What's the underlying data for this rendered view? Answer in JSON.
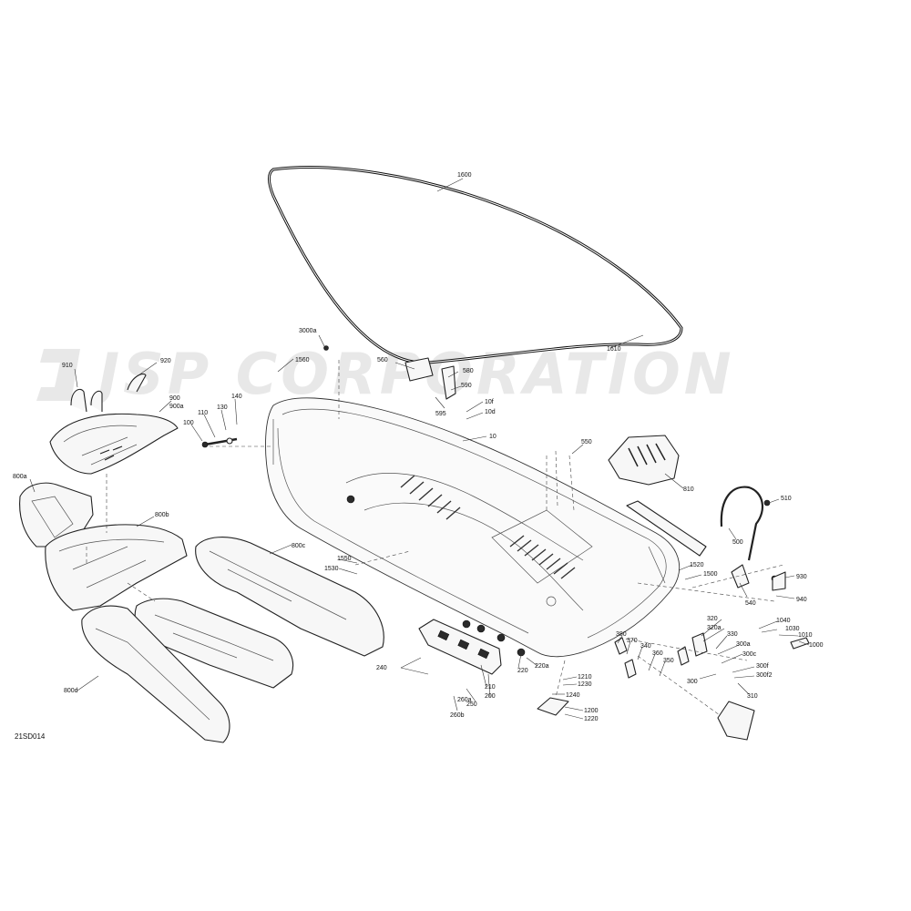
{
  "watermark": {
    "text": "JSP CORPORATION",
    "color": "#e6e6e6"
  },
  "diagram_ref": "21SD014",
  "callouts": {
    "c1600": "1600",
    "c1610": "1610",
    "c3000a": "3000a",
    "c1560": "1560",
    "c560": "560",
    "c580": "580",
    "c590": "590",
    "c595": "595",
    "c10f": "10f",
    "c10d": "10d",
    "c10": "10",
    "c550": "550",
    "c910": "910",
    "c920": "920",
    "c900": "900",
    "c900a": "900a",
    "c140": "140",
    "c130": "130",
    "c110": "110",
    "c100": "100",
    "c800a": "800a",
    "c800b": "800b",
    "c800c": "800c",
    "c800d": "800d",
    "c810": "810",
    "c510": "510",
    "c500": "500",
    "c540": "540",
    "c930": "930",
    "c940": "940",
    "c1520": "1520",
    "c1500": "1500",
    "c1550": "1550",
    "c1530": "1530",
    "c320": "320",
    "c320a": "320a",
    "c330": "330",
    "c300a": "300a",
    "c300c": "300c",
    "c300f": "300f",
    "c300f2": "300f2",
    "c300": "300",
    "c310": "310",
    "c1040": "1040",
    "c1030": "1030",
    "c1010": "1010",
    "c1000": "1000",
    "c380": "380",
    "c370": "370",
    "c340": "340",
    "c360": "360",
    "c350": "350",
    "c240": "240",
    "c220": "220",
    "c220a": "220a",
    "c210": "210",
    "c200": "200",
    "c260a": "260a",
    "c250": "250",
    "c260b": "260b",
    "c1210": "1210",
    "c1230": "1230",
    "c1240": "1240",
    "c1200": "1200",
    "c1220": "1220"
  }
}
